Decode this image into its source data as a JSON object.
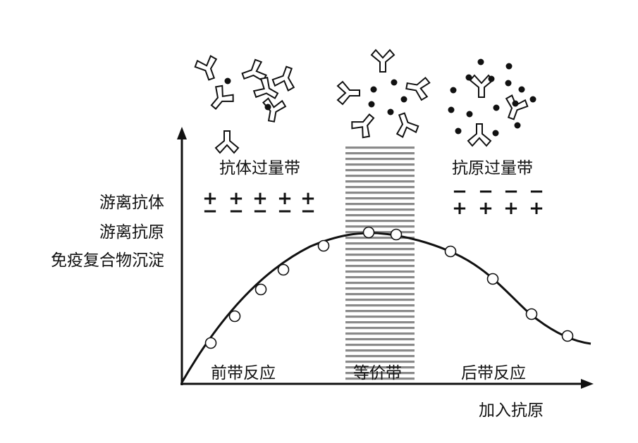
{
  "zones": {
    "antibody_excess": "抗体过量带",
    "antigen_excess": "抗原过量带",
    "prozone": "前带反应",
    "equivalence": "等价带",
    "postzone": "后带反应"
  },
  "legend": {
    "free_antibody": "游离抗体",
    "free_antigen": "游离抗原",
    "precipitate": "免疫复合物沉淀"
  },
  "axis": {
    "x_label": "加入抗原"
  },
  "signs": {
    "left": [
      "+",
      "+",
      "+",
      "+",
      "+"
    ],
    "left_bottom": [
      "−",
      "−",
      "−",
      "−",
      "−"
    ],
    "right_top": [
      "−",
      "−",
      "−",
      "−"
    ],
    "right": [
      "+",
      "+",
      "+",
      "+"
    ]
  },
  "icons": {
    "antibody": "y-shaped-antibody-icon",
    "antigen": "antigen-dot-icon"
  },
  "colors": {
    "stroke": "#111111",
    "equivalence_band": "#888888"
  }
}
